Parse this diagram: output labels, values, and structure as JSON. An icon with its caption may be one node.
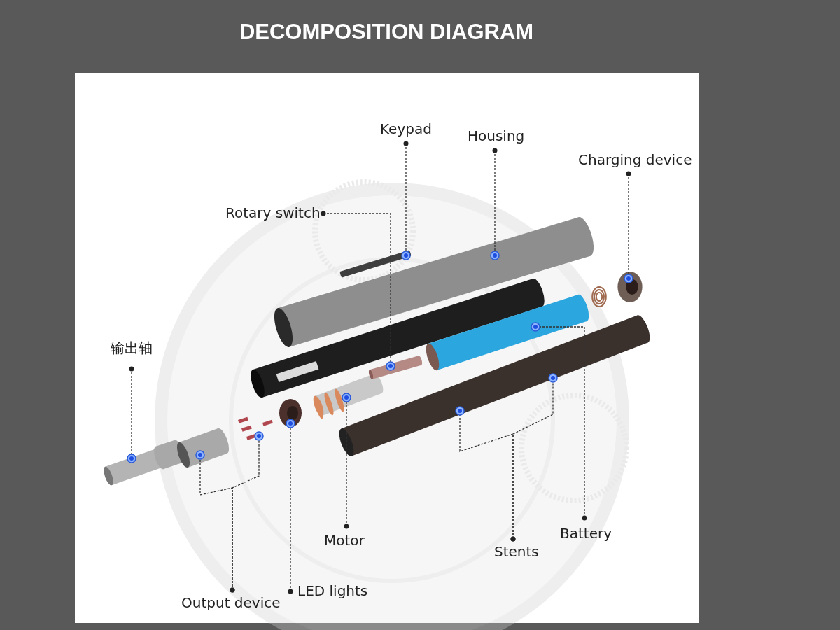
{
  "diagram": {
    "title": "DECOMPOSITION DIAGRAM",
    "nodes": [
      {
        "text": [
          "Keypad"
        ]
      },
      {
        "text": [
          "Housing"
        ]
      },
      {
        "text": [
          "Charging device"
        ]
      },
      {
        "text": [
          "Rotary switch"
        ]
      },
      {
        "text": [
          "输出轴"
        ]
      },
      {
        "text": [
          "Battery"
        ]
      },
      {
        "text": [
          "Motor"
        ]
      },
      {
        "text": [
          "Stents"
        ]
      },
      {
        "text": [
          "LED lights"
        ]
      },
      {
        "text": [
          "Output device"
        ]
      },
      {
        "text": [],
        "shape": "picture"
      },
      {
        "text": [],
        "shape": "picture"
      },
      {
        "text": [],
        "shape": "picture"
      },
      {
        "text": [],
        "shape": "picture"
      },
      {
        "text": [],
        "shape": "picture"
      },
      {
        "text": [],
        "shape": "picture"
      },
      {
        "text": [],
        "shape": "picture"
      },
      {
        "text": [],
        "shape": "picture"
      },
      {
        "text": [],
        "shape": "picture"
      },
      {
        "text": [],
        "shape": "picture"
      },
      {
        "text": [],
        "shape": "picture"
      }
    ],
    "edges": [
      {
        "from": 0,
        "to": 15,
        "arrow": "other",
        "style": "dashed"
      },
      {
        "from": 1,
        "to": 17,
        "arrow": "other",
        "style": "dashed"
      },
      {
        "from": 2,
        "to": 20,
        "arrow": "other",
        "style": "dashed"
      },
      {
        "from": 3,
        "to": 16,
        "arrow": "other",
        "style": "dashed"
      },
      {
        "from": 4,
        "to": 10,
        "arrow": "other",
        "style": "dashed"
      },
      {
        "from": 5,
        "to": 19,
        "arrow": "other",
        "style": "dashed"
      },
      {
        "from": 6,
        "to": 14,
        "arrow": "other",
        "style": "dashed"
      },
      {
        "from": 7,
        "to": 18,
        "arrow": "other",
        "style": "dashed"
      },
      {
        "from": 7,
        "to": 18,
        "arrow": "other",
        "style": "dashed"
      },
      {
        "from": 8,
        "to": 13,
        "arrow": "other",
        "style": "dashed"
      },
      {
        "from": 9,
        "to": 11,
        "arrow": "other",
        "style": "dashed"
      },
      {
        "from": 9,
        "to": 12,
        "arrow": "other",
        "style": "dashed"
      }
    ]
  }
}
